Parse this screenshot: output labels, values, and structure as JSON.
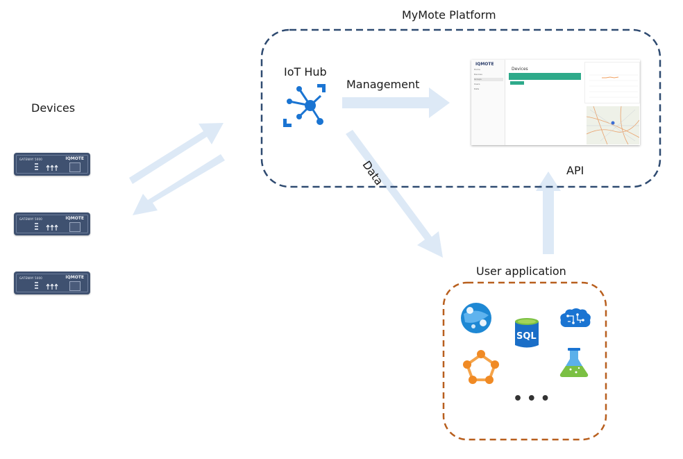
{
  "labels": {
    "devices": "Devices",
    "platform": "MyMote Platform",
    "iot_hub": "IoT Hub",
    "management": "Management",
    "data": "Data",
    "api": "API",
    "user_application": "User application"
  },
  "devices": [
    {
      "model": "GATEWAY 5000",
      "brand": "IQMOTE"
    },
    {
      "model": "GATEWAY 5000",
      "brand": "IQMOTE"
    },
    {
      "model": "GATEWAY 5000",
      "brand": "IQMOTE"
    }
  ],
  "screenshot": {
    "brand": "IQMOTE",
    "title": "Devices",
    "menu": [
      "Home",
      "Devices",
      "Groups",
      "Users",
      "Data"
    ]
  },
  "user_app": {
    "sql_label": "SQL",
    "more": "• • •"
  },
  "colors": {
    "platform_border": "#2e4a70",
    "user_app_border": "#b85f1e",
    "arrow_fill": "#dde9f6",
    "azure_blue": "#1a74d2",
    "orange": "#f08a24"
  }
}
